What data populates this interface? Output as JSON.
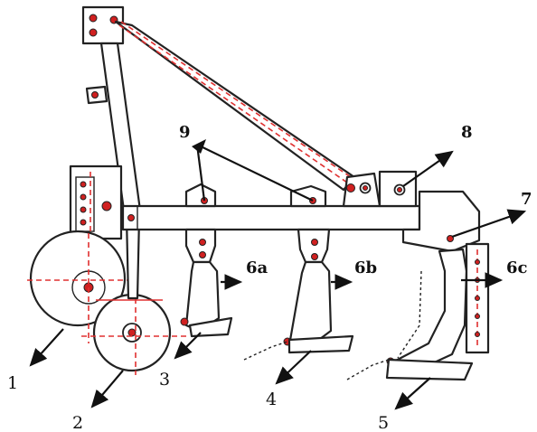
{
  "diagram": {
    "labels": [
      {
        "id": "1",
        "text": "1"
      },
      {
        "id": "2",
        "text": "2"
      },
      {
        "id": "3",
        "text": "3"
      },
      {
        "id": "4",
        "text": "4"
      },
      {
        "id": "5",
        "text": "5"
      },
      {
        "id": "6a",
        "text": "6a"
      },
      {
        "id": "6b",
        "text": "6b"
      },
      {
        "id": "6c",
        "text": "6c"
      },
      {
        "id": "7",
        "text": "7"
      },
      {
        "id": "8",
        "text": "8"
      },
      {
        "id": "9",
        "text": "9"
      }
    ],
    "colors": {
      "line": "#222222",
      "hidden_line": "#e03030",
      "background": "#ffffff"
    }
  }
}
